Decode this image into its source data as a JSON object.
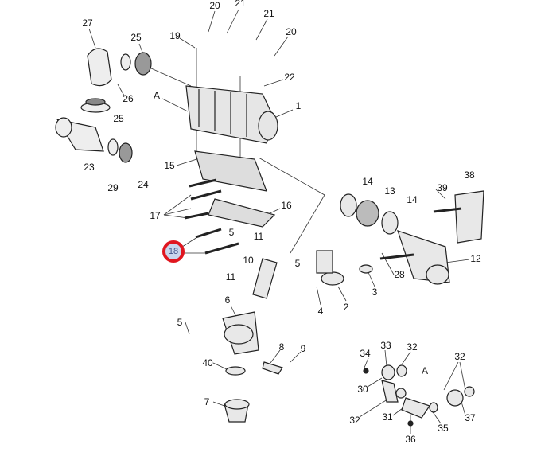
{
  "diagram": {
    "highlight_label": "18",
    "highlight_color": "#e0161f",
    "labels": [
      "20",
      "21",
      "27",
      "21",
      "20",
      "25",
      "19",
      "22",
      "A",
      "26",
      "1",
      "25",
      "23",
      "15",
      "29",
      "24",
      "14",
      "38",
      "13",
      "39",
      "14",
      "17",
      "16",
      "5",
      "11",
      "12",
      "10",
      "5",
      "28",
      "11",
      "3",
      "6",
      "4",
      "2",
      "5",
      "8",
      "9",
      "34",
      "33",
      "32",
      "32",
      "40",
      "A",
      "30",
      "7",
      "32",
      "31",
      "37",
      "35",
      "36"
    ]
  }
}
